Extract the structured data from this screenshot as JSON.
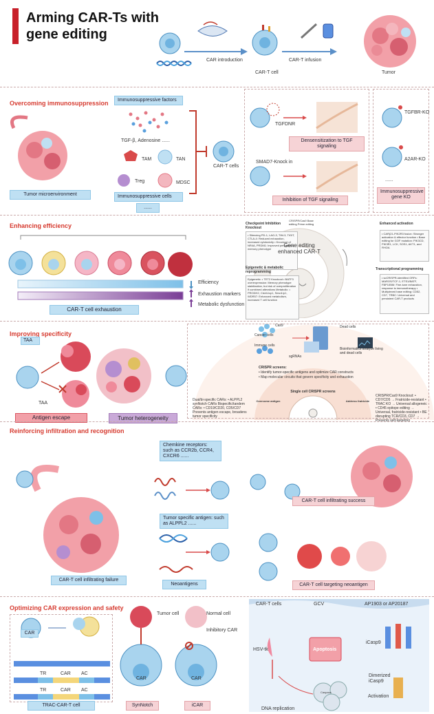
{
  "header": {
    "title_line1": "Arming CAR-Ts  with",
    "title_line2": "gene editing",
    "car_introduction": "CAR introduction",
    "cart_cell": "CAR-T cell",
    "cart_infusion": "CAR-T infusion",
    "tumor": "Tumor"
  },
  "s1": {
    "heading": "Overcoming immunosuppression",
    "factors": "Immunosuppressive factors",
    "tgf": "TGF-β, Adenosine ......",
    "tam": "TAM",
    "tan": "TAN",
    "treg": "Treg",
    "mdsc": "MDSC",
    "cells": "Immunosuppressive cells",
    "dots": "......",
    "tme": "Tumor microenvironment",
    "cart_cells": "CAR-T cells",
    "tgfdnr": "TGFDNR",
    "desens": "Densensitization to TGF signaling",
    "smad": "SMAD7-Knock in",
    "inhib": "Inhibition of TGF signaling",
    "tgfbr": "TGFBR-KO",
    "a2ar": "A2AR-KO",
    "ko_dots": "......",
    "ko_box": "Immunosuppressive gene KO"
  },
  "s2": {
    "heading": "Enhancing efficiency",
    "efficiency": "Efficiency",
    "exhaustion_markers": "Exhaustion markers",
    "metabolic": "Metabolic dysfunction",
    "exhaustion": "CAR-T cell exhaustion",
    "checkpoint_title": "Checkpoint Inhibition Knockout",
    "checkpoint_text": "• Silencing PD-1, LAG-3, TIM-3, TIGIT, CTLA-4: Reduced exhaustion, increased cytotoxicity • Knockout of NR4A, PRDM1: Improved persistence, memory phenotype",
    "epi_title": "Epigenetic & metabolic reprogramming",
    "epi_text": "Epigenetic: • TET2 Knockout • BATF3 overexpression: Memory phenotype stabilization, but risk of overproliferation if combined alterations Metabolic: • PRODH2, Cish/Ucp1, Sesn1/p1, WDR57: Enhanced metabolism, increased T cell function",
    "center_top": "CRISPR/Cas9 Base editing Prime editing",
    "center_title": "Gene editing enhanced CAR-T",
    "act_title": "Enhanced activation",
    "act_text": "• CAR(21-P/K2R3 fusion: Stronger activation & effector function • Base editing for GOF mutation: PIK3CD, PIK3R1, LCK, SOS1, AKT1, and RHOA",
    "trans_title": "Transcriptional programming",
    "trans_text": "• scCRISPR-identified ORFs: MAROS/TCF-1, ETS1/BATF, FBP1/BIM: Fine-tune exhaustion, response to immunotherapy • Multiplexed base editing: CD52, CD7, TRBC: Universal and persistent CAR-T products"
  },
  "s3": {
    "heading": "Improving specificity",
    "taa1": "TAA",
    "taa2": "TAA",
    "escape": "Antigen escape",
    "hetero": "Tumor heterogeneity",
    "cas9": "Cas9",
    "cancer_cells": "Cancer cells",
    "immune_cells": "Immune cells",
    "sgrnas": "sgRNAs",
    "dead_cells": "Dead cells",
    "bioinfo": "Bioinformatics analyze living and dead cells",
    "screens_title": "CRISPR screens:",
    "screen1": "• Identify tumor-specific antigens and optimize CAR constructs",
    "screen2": "• Map molecular circuits that govern specificity and exhaustion",
    "left_text": "Dual/bi-specific CARs: • ALPPL2 synNotch CARs Bispecific/tandem CARs: • CD19/CD20, CD5/CD7 Prevents antigen escape, broadens tumor specificity",
    "overcome": "Overcome antigen",
    "single": "Single cell CRISPR screens",
    "address": "Address fratricide",
    "right_text": "CRISPR/Cas9 Knockout: • CD7/CD5 → Fratricide-resistant • TRAC KO → Universal allogeneic • CD45 epitope editing → Universal, fratricide-resistant • BE disrupting TCR/CD3, CD7 → Prevents self-targeting"
  },
  "s4": {
    "heading": "Reinforcing infiltration and recognition",
    "chemokine": "Chemkine receptors: such as CCR2b, CCR4, CXCR6 ......",
    "success": "CAR-T cell infiltrating success",
    "tsa": "Tumor specific antigen: such as ALPPL2 ......",
    "failure": "CAR-T cell infiltrating failure",
    "neo": "Neoantigens",
    "targeting": "CAR-T cell targeting neoantigen"
  },
  "s5": {
    "heading": "Optimizing CAR expression and safety",
    "car": "CAR",
    "trac": "TRAC",
    "tr": "TR",
    "car2": "CAR",
    "ac": "AC",
    "tr2": "TR",
    "car3": "CAR",
    "ac2": "AC",
    "trac_cell": "TRAC-CAR-T cell",
    "tumor_cell": "Tumor cell",
    "car4": "CAR",
    "synnotch": "SynNotch",
    "normal_cell": "Normal cell",
    "inhib_car": "Inhibitory CAR",
    "car5": "CAR",
    "icar": "iCAR",
    "cart_cells": "CAR-T cells",
    "gcv": "GCV",
    "ap": "AP1903 or AP20187",
    "hsv": "HSV-tk",
    "apoptosis": "Apoptosis",
    "icasp9": "iCasp9",
    "dimerized": "Dimerized iCasp9",
    "dna": "DNA replication",
    "activation": "Activation",
    "caspase": "Caspase"
  },
  "colors": {
    "accent": "#d63a2f",
    "blue_box": "#bfe0f3",
    "pink_box": "#f6d3d6",
    "purple_box": "#c9a9d8"
  }
}
